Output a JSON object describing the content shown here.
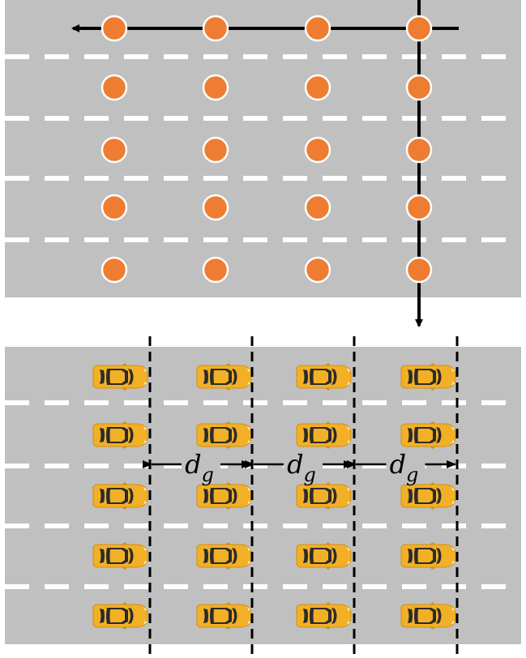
{
  "colors": {
    "road": "#c0c0c0",
    "lane_marking": "#ffffff",
    "point_fill": "#ee7d31",
    "point_stroke": "#ffffff",
    "arrow": "#000000",
    "car_body": "#f2b026",
    "car_body_dark": "#d48f12",
    "car_glass": "#2b2b2b"
  },
  "top_panel": {
    "rows": 5,
    "cols": 4,
    "marker_icon": "orange-circle-point",
    "path_arrows": [
      "horizontal-left-arrow",
      "vertical-down-arrow"
    ]
  },
  "bottom_panel": {
    "rows": 5,
    "cols": 4,
    "vehicle_icon": "car-top-view-icon",
    "spacing_labels": [
      {
        "base": "d",
        "sub": "g"
      },
      {
        "base": "d",
        "sub": "g"
      },
      {
        "base": "d",
        "sub": "g"
      }
    ]
  }
}
